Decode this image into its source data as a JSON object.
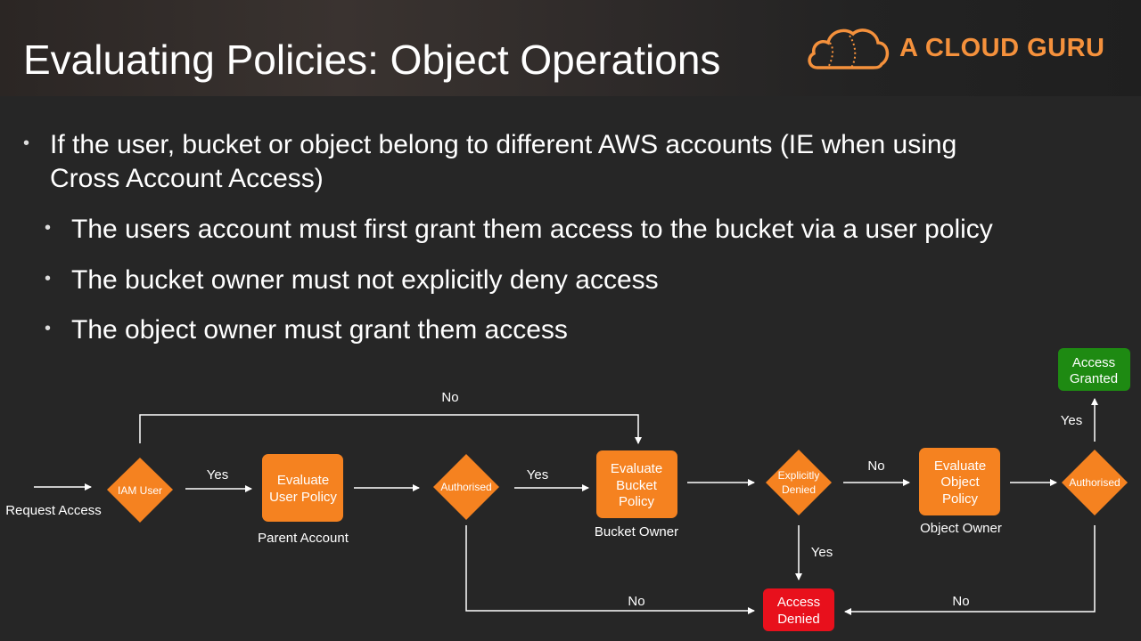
{
  "slide": {
    "title": "Evaluating Policies: Object Operations",
    "brand": "A CLOUD GURU",
    "bullets": [
      "If the user, bucket or object belong to different AWS accounts (IE when using",
      "Cross Account Access)",
      "The users account must first grant them access to the bucket via a user policy",
      "The bucket owner must not explicitly deny access",
      "The object owner must grant them access"
    ]
  },
  "flow": {
    "request": "Request Access",
    "iam": "IAM User",
    "eval_user": [
      "Evaluate",
      "User Policy"
    ],
    "parent_account": "Parent Account",
    "authorised1": "Authorised",
    "eval_bucket": [
      "Evaluate",
      "Bucket",
      "Policy"
    ],
    "bucket_owner": "Bucket Owner",
    "explicitly": [
      "Explicitly",
      "Denied"
    ],
    "eval_object": [
      "Evaluate",
      "Object",
      "Policy"
    ],
    "object_owner": "Object Owner",
    "authorised2": "Authorised",
    "granted": [
      "Access",
      "Granted"
    ],
    "denied": [
      "Access",
      "Denied"
    ],
    "labels": {
      "yes": "Yes",
      "no": "No"
    },
    "colors": {
      "orange": "#f58220",
      "green": "#1e8a12",
      "red": "#e8101c",
      "line": "#ffffff"
    }
  }
}
